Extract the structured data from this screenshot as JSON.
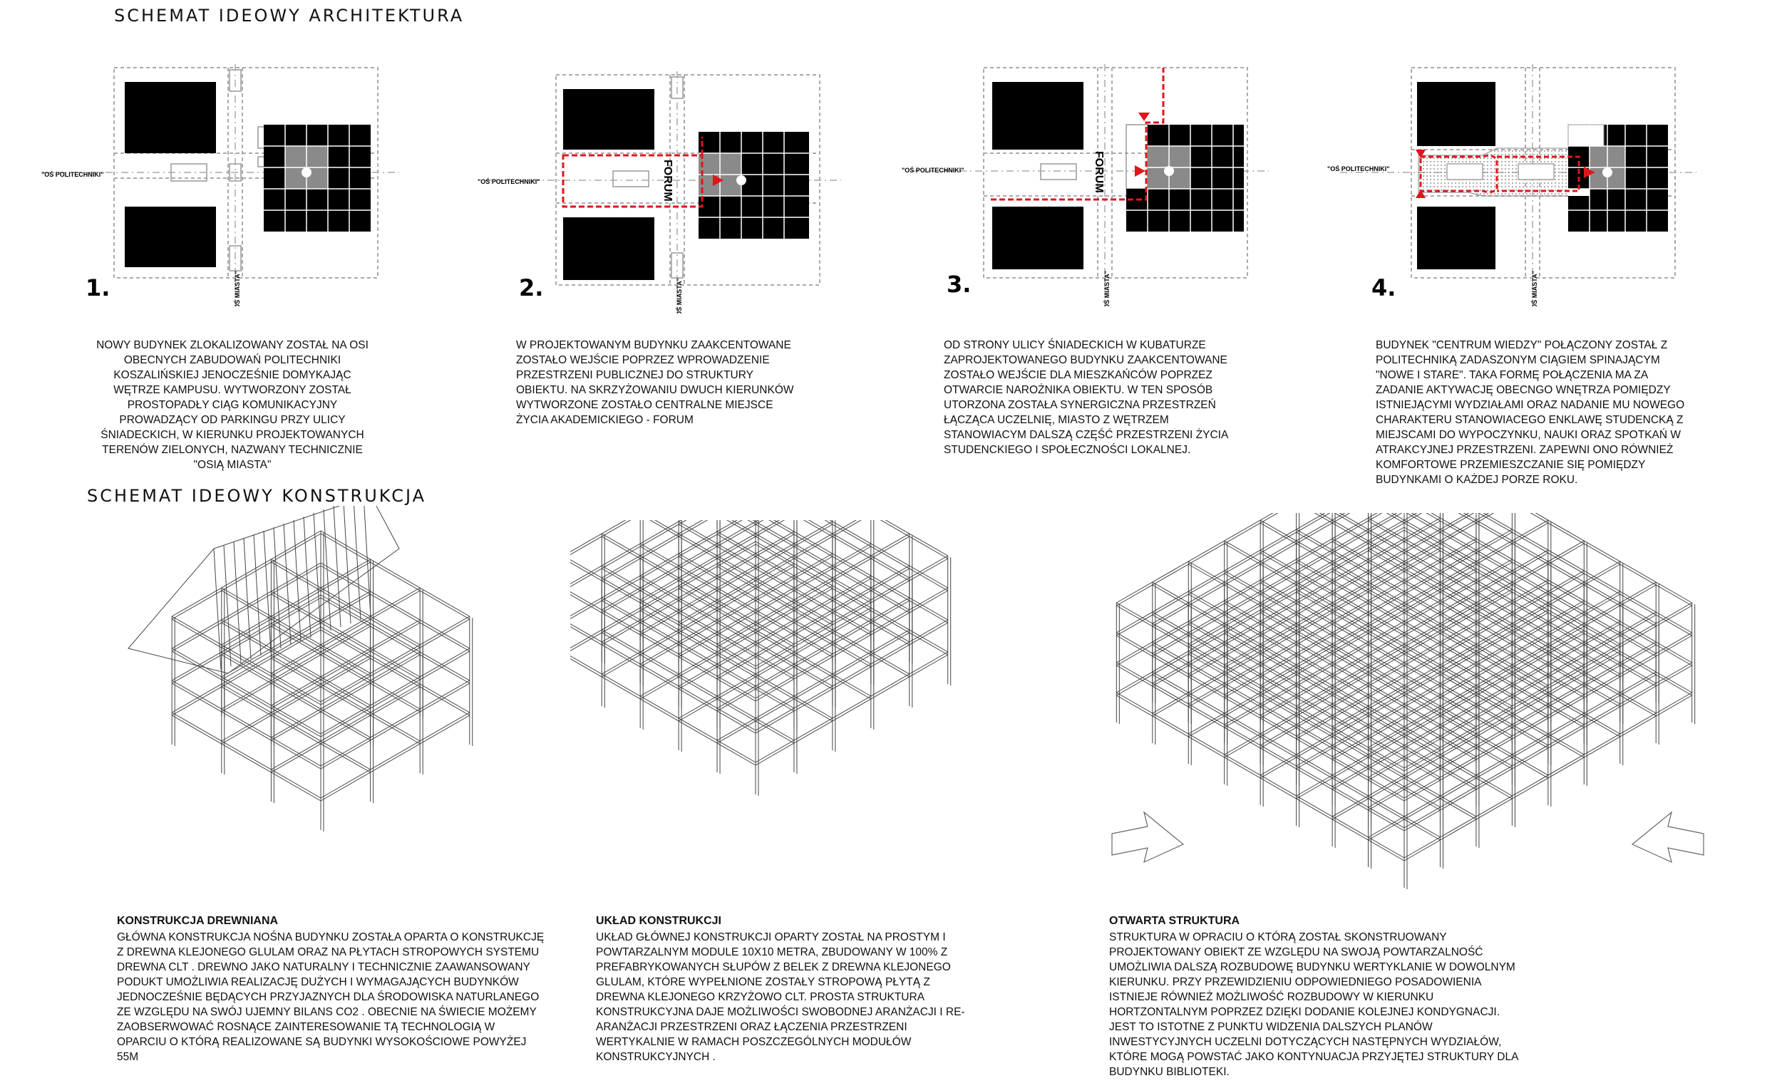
{
  "architecture": {
    "title": "SCHEMAT IDEOWY ARCHITEKTURA",
    "label_axis_h": "\"OŚ POLITECHNIKI\"",
    "label_axis_v": "\"OŚ MIASTA\"",
    "label_forum": "FORUM",
    "accent_color": "#e0161b",
    "steps": [
      {
        "number": "1.",
        "text": "NOWY BUDYNEK ZLOKALIZOWANY ZOSTAŁ NA OSI OBECNYCH ZABUDOWAŃ POLITECHNIKI KOSZALIŃSKIEJ JENOCZEŚNIE DOMYKAJĄC WĘTRZE KAMPUSU. WYTWORZONY ZOSTAŁ PROSTOPADŁY CIĄG KOMUNIKACYJNY PROWADZĄCY OD PARKINGU PRZY ULICY ŚNIADECKICH, W KIERUNKU PROJEKTOWANYCH TERENÓW ZIELONYCH, NAZWANY TECHNICZNIE \"OSIĄ MIASTA\""
      },
      {
        "number": "2.",
        "text": "W PROJEKTOWANYM BUDYNKU ZAAKCENTOWANE ZOSTAŁO WEJŚCIE POPRZEZ WPROWADZENIE PRZESTRZENI PUBLICZNEJ DO STRUKTURY OBIEKTU. NA SKRZYŻOWANIU DWUCH KIERUNKÓW WYTWORZONE ZOSTAŁO CENTRALNE MIEJSCE ŻYCIA AKADEMICKIEGO - FORUM"
      },
      {
        "number": "3.",
        "text": "OD STRONY ULICY ŚNIADECKICH W KUBATURZE ZAPROJEKTOWANEGO BUDYNKU ZAAKCENTOWANE ZOSTAŁO WEJŚCIE DLA MIESZKAŃCÓW POPRZEZ OTWARCIE NAROŻNIKA OBIEKTU. W TEN SPOSÓB UTORZONA ZOSTAŁA SYNERGICZNA PRZESTRZEŃ ŁĄCZĄCA UCZELNIĘ, MIASTO Z WĘTRZEM STANOWIACYM DALSZĄ CZĘŚĆ PRZESTRZENI ŻYCIA STUDENCKIEGO I SPOŁECZNOŚCI LOKALNEJ."
      },
      {
        "number": "4.",
        "text": "BUDYNEK \"CENTRUM WIEDZY\" POŁĄCZONY ZOSTAŁ Z POLITECHNIKĄ ZADASZONYM CIĄGIEM SPINAJĄCYM \"NOWE I STARE\". TAKA FORMĘ POŁĄCZENIA MA ZA ZADANIE AKTYWACJĘ OBECNGO WNĘTRZA POMIĘDZY ISTNIEJĄCYMI WYDZIAŁAMI ORAZ NADANIE MU NOWEGO CHARAKTERU STANOWIACEGO ENKLAWĘ STUDENCKĄ Z MIEJSCAMI DO WYPOCZYNKU, NAUKI ORAZ SPOTKAŃ W ATRAKCYJNEJ PRZESTRZENI. ZAPEWNI ONO RÓWNIEŻ KOMFORTOWE PRZEMIESZCZANIE SIĘ POMIĘDZY BUDYNKAMI O KAŻDEJ PORZE ROKU."
      }
    ]
  },
  "construction": {
    "title": "SCHEMAT IDEOWY KONSTRUKCJA",
    "blocks": [
      {
        "heading": "KONSTRUKCJA DREWNIANA",
        "text": "GŁÓWNA KONSTRUKCJA NOŚNA BUDYNKU ZOSTAŁA OPARTA O KONSTRUKCJĘ Z DREWNA KLEJONEGO GLULAM ORAZ NA PŁYTACH STROPOWYCH SYSTEMU DREWNA CLT . DREWNO JAKO NATURALNY I TECHNICZNIE ZAAWANSOWANY PODUKT UMOŻLIWIA REALIZACJĘ DUŻYCH I WYMAGAJĄCYCH BUDYNKÓW JEDNOCZEŚNIE BĘDĄCYCH PRZYJAZNYCH DLA ŚRODOWISKA NATURLANEGO ZE WZGLĘDU NA SWÓJ UJEMNY BILANS CO2 . OBECNIE NA ŚWIECIE MOŻEMY ZAOBSERWOWAĆ ROSNĄCE ZAINTERESOWANIE TĄ TECHNOLOGIĄ W OPARCIU O KTÓRĄ REALIZOWANE SĄ BUDYNKI WYSOKOŚCIOWE POWYŻEJ 55M"
      },
      {
        "heading": "UKŁAD KONSTRUKCJI",
        "text": "UKŁAD GŁÓWNEJ KONSTRUKCJI OPARTY ZOSTAŁ NA PROSTYM I POWTARZALNYM MODULE 10X10 METRA, ZBUDOWANY W 100% Z PREFABRYKOWANYCH SŁUPÓW Z BELEK Z DREWNA KLEJONEGO GLULAM, KTÓRE WYPEŁNIONE ZOSTAŁY STROPOWĄ PŁYTĄ Z DREWNA KLEJONEGO KRZYŻOWO CLT. PROSTA STRUKTURA KONSTRUKCYJNA DAJE MOŻLIWOŚCI SWOBODNEJ ARANŻACJI I RE-ARANŻACJI PRZESTRZENI ORAZ ŁĄCZENIA PRZESTRZENI WERTYKALNIE W RAMACH POSZCZEGÓLNYCH MODUŁÓW KONSTRUKCYJNYCH ."
      },
      {
        "heading": "OTWARTA STRUKTURA",
        "text": "STRUKTURA W OPRACIU O KTÓRĄ ZOSTAŁ SKONSTRUOWANY PROJEKTOWANY OBIEKT ZE WZGLĘDU NA SWOJĄ POWTARZALNOŚĆ UMOŻLIWIA DALSZĄ ROZBUDOWĘ BUDYNKU WERTYKLANIE W DOWOLNYM KIERUNKU. PRZY PRZEWIDZIENIU ODPOWIEDNIEGO POSADOWIENIA ISTNIEJE RÓWNIEŻ MOŻLIWOŚĆ ROZBUDOWY W KIERUNKU HORTZONTALNYM POPRZEZ DZIĘKI DODANIE KOLEJNEJ KONDYGNACJI. JEST TO ISTOTNE Z PUNKTU WIDZENIA DALSZYCH PLANÓW INWESTYCYJNYCH UCZELNI DOTYCZĄCYCH NASTĘPNYCH WYDZIAŁÓW, KTÓRE MOGĄ POWSTAĆ JAKO KONTYNUACJA PRZYJĘTEJ STRUKTURY DLA BUDYNKU BIBLIOTEKI."
      }
    ]
  }
}
